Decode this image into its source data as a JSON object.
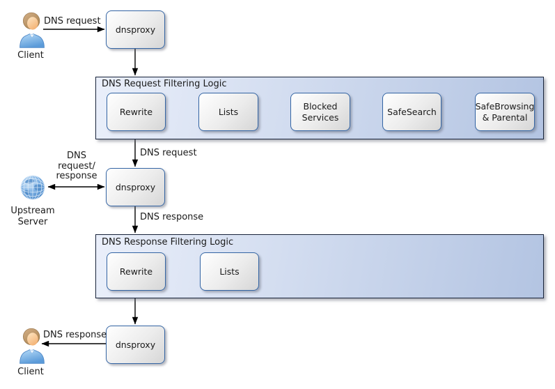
{
  "colors": {
    "node_border": "#3465a4",
    "container_border": "#18233a",
    "container_fill_left": "#eaeffa",
    "container_fill_right": "#b3c4e2",
    "arrow": "#000000"
  },
  "actors": {
    "client_top": "Client",
    "upstream": "Upstream\nServer",
    "client_bottom": "Client"
  },
  "nodes": {
    "dnsproxy_top": "dnsproxy",
    "dnsproxy_mid": "dnsproxy",
    "dnsproxy_bottom": "dnsproxy"
  },
  "containers": {
    "request": {
      "title": "DNS Request Filtering Logic",
      "boxes": [
        "Rewrite",
        "Lists",
        "Blocked\nServices",
        "SafeSearch",
        "SafeBrowsing\n& Parental"
      ]
    },
    "response": {
      "title": "DNS Response Filtering Logic",
      "boxes": [
        "Rewrite",
        "Lists"
      ]
    }
  },
  "edge_labels": {
    "client_to_proxy": "DNS request",
    "filter_to_proxy": "DNS request",
    "upstream_exchange": "DNS\nrequest/\nresponse",
    "proxy_to_filter": "DNS response",
    "proxy_to_client": "DNS response"
  }
}
